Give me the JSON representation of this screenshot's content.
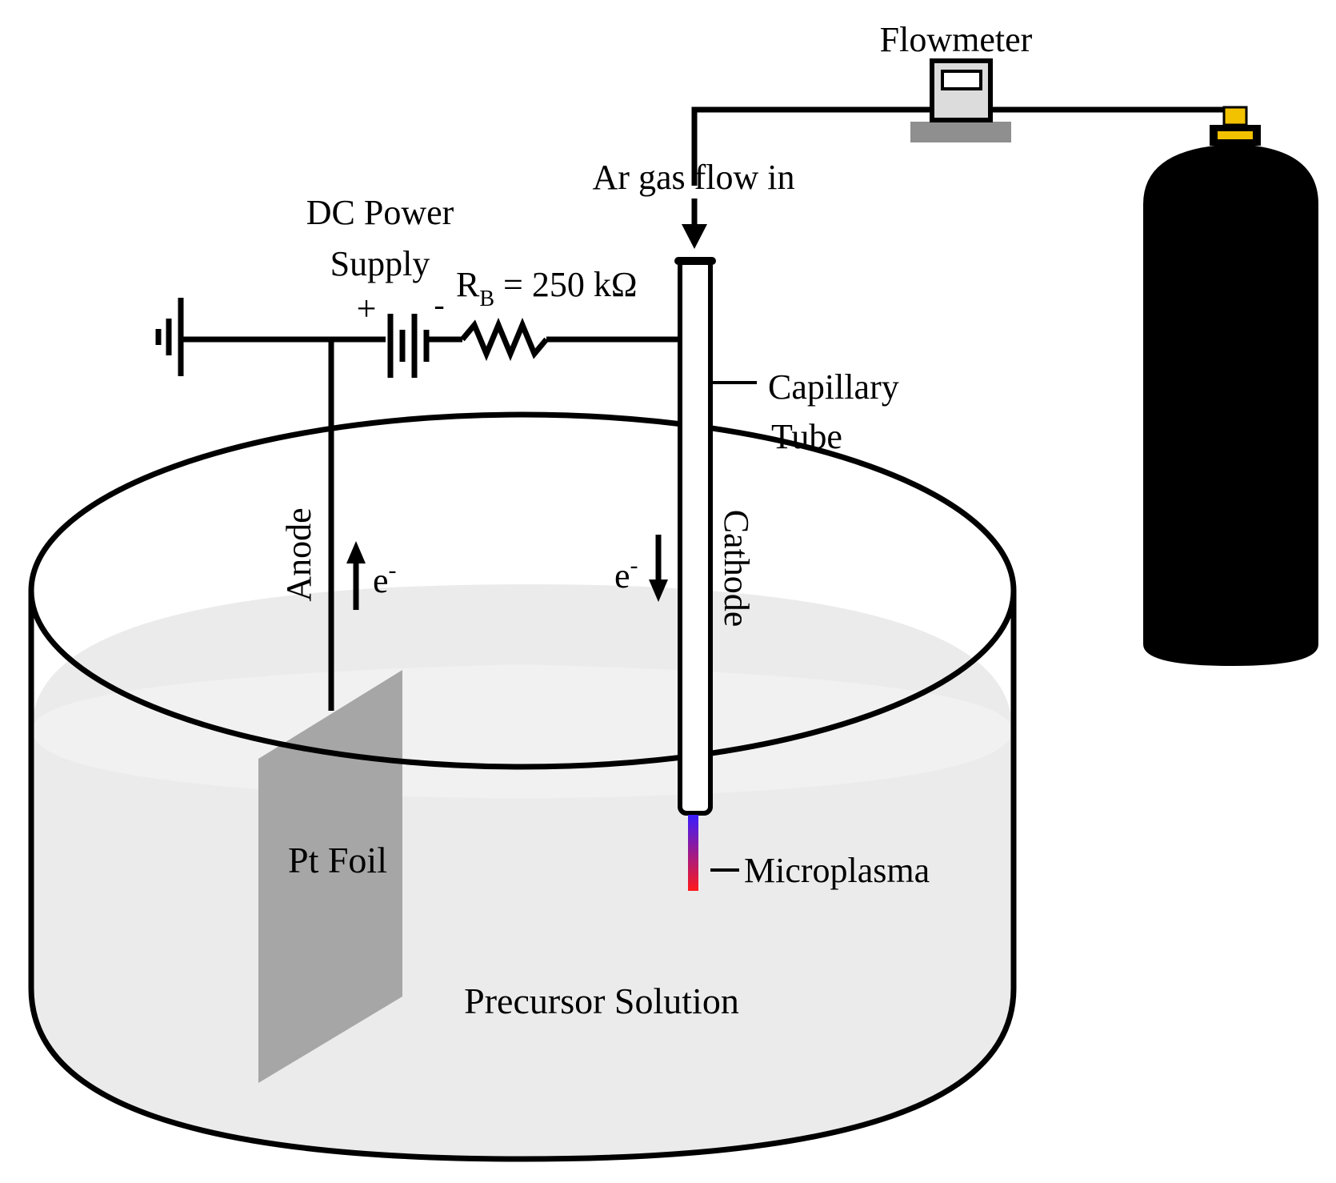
{
  "labels": {
    "flowmeter": "Flowmeter",
    "ar_gas": "Ar gas flow in",
    "dc_power_1": "DC Power",
    "dc_power_2": "Supply",
    "plus": "+",
    "minus": "-",
    "resistor_r": "R",
    "resistor_sub": "B",
    "resistor_value": " = 250 kΩ",
    "capillary_1": "Capillary",
    "capillary_2": "Tube",
    "anode": "Anode",
    "cathode": "Cathode",
    "electron_left": "e",
    "electron_left_sup": "-",
    "electron_right": "e",
    "electron_right_sup": "-",
    "pt_foil": "Pt Foil",
    "microplasma": "Microplasma",
    "precursor": "Precursor Solution"
  },
  "colors": {
    "line": "#000000",
    "solution": "#ebebeb",
    "foil": "#a6a6a6",
    "cylinder_cap": "#f2c200",
    "flowmeter_body": "#dcdcdc",
    "flowmeter_base": "#8f8f8f",
    "plasma_top": "#3b1cff",
    "plasma_bottom": "#ff1a1a"
  },
  "icons": {
    "ground": "ground-symbol-icon",
    "battery": "battery-icon",
    "resistor": "resistor-icon",
    "gas_cylinder": "gas-cylinder-icon",
    "flowmeter": "flowmeter-icon"
  }
}
